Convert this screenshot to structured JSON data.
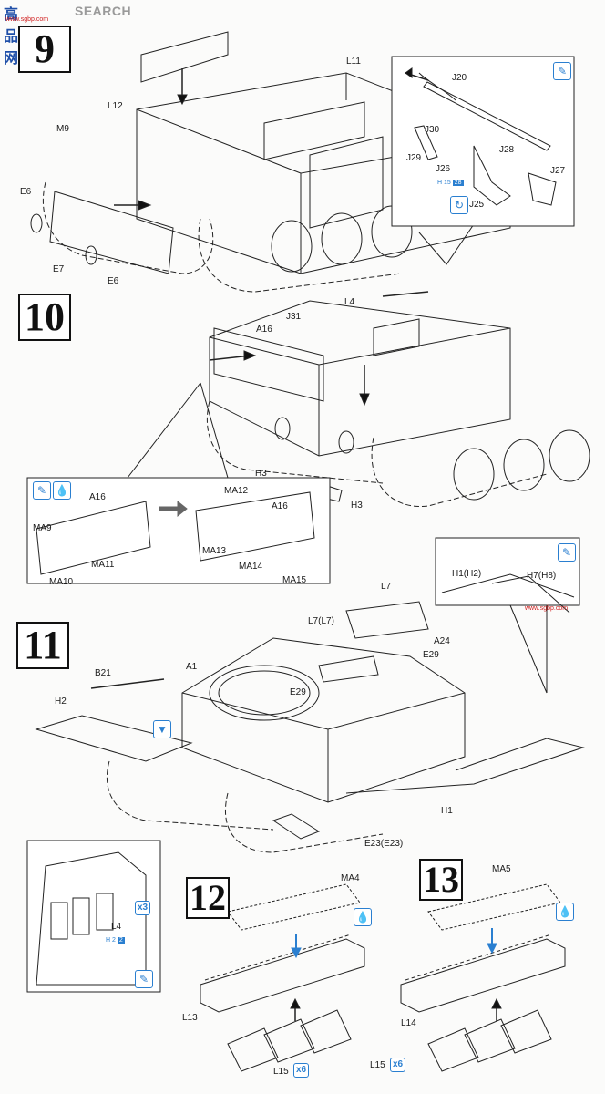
{
  "watermark": {
    "cn": "高品网",
    "en": "SEARCH",
    "url": "www.sgbp.com"
  },
  "steps": [
    "9",
    "10",
    "11",
    "12",
    "13"
  ],
  "step9": {
    "labels": [
      "L12",
      "L11",
      "M9",
      "E6",
      "E7",
      "E6",
      "J20",
      "J30",
      "J28",
      "J29",
      "J26",
      "J27",
      "J25"
    ],
    "ref": {
      "prefix": "H",
      "code": "15",
      "part": "28"
    }
  },
  "step10": {
    "labels": [
      "L4",
      "J31",
      "A16",
      "H3",
      "H3"
    ],
    "detail_labels": [
      "A16",
      "MA9",
      "MA11",
      "MA10",
      "MA12",
      "A16",
      "MA13",
      "MA14",
      "MA15"
    ]
  },
  "step11": {
    "labels": [
      "L7",
      "L7(L7)",
      "A24",
      "E29",
      "B21",
      "A1",
      "E29",
      "H2",
      "H1",
      "E23(E23)"
    ],
    "detail_labels": [
      "H1(H2)",
      "H7(H8)"
    ],
    "inset_labels": [
      "L4"
    ],
    "inset_mult": "x3",
    "inset_ref": {
      "prefix": "H",
      "code": "2",
      "part": "2"
    }
  },
  "step12": {
    "labels": [
      "MA4",
      "L13",
      "L15"
    ],
    "mult": "x6"
  },
  "step13": {
    "labels": [
      "MA5",
      "L14",
      "L15"
    ],
    "mult": "x6"
  },
  "colors": {
    "accent": "#2a7fd0",
    "line": "#222222",
    "watermark_blue": "#1f4fa8",
    "watermark_red": "#d02020"
  },
  "icons": [
    "paint-brush-icon",
    "paint-drop-icon",
    "flip-over-icon",
    "rotate-icon"
  ]
}
